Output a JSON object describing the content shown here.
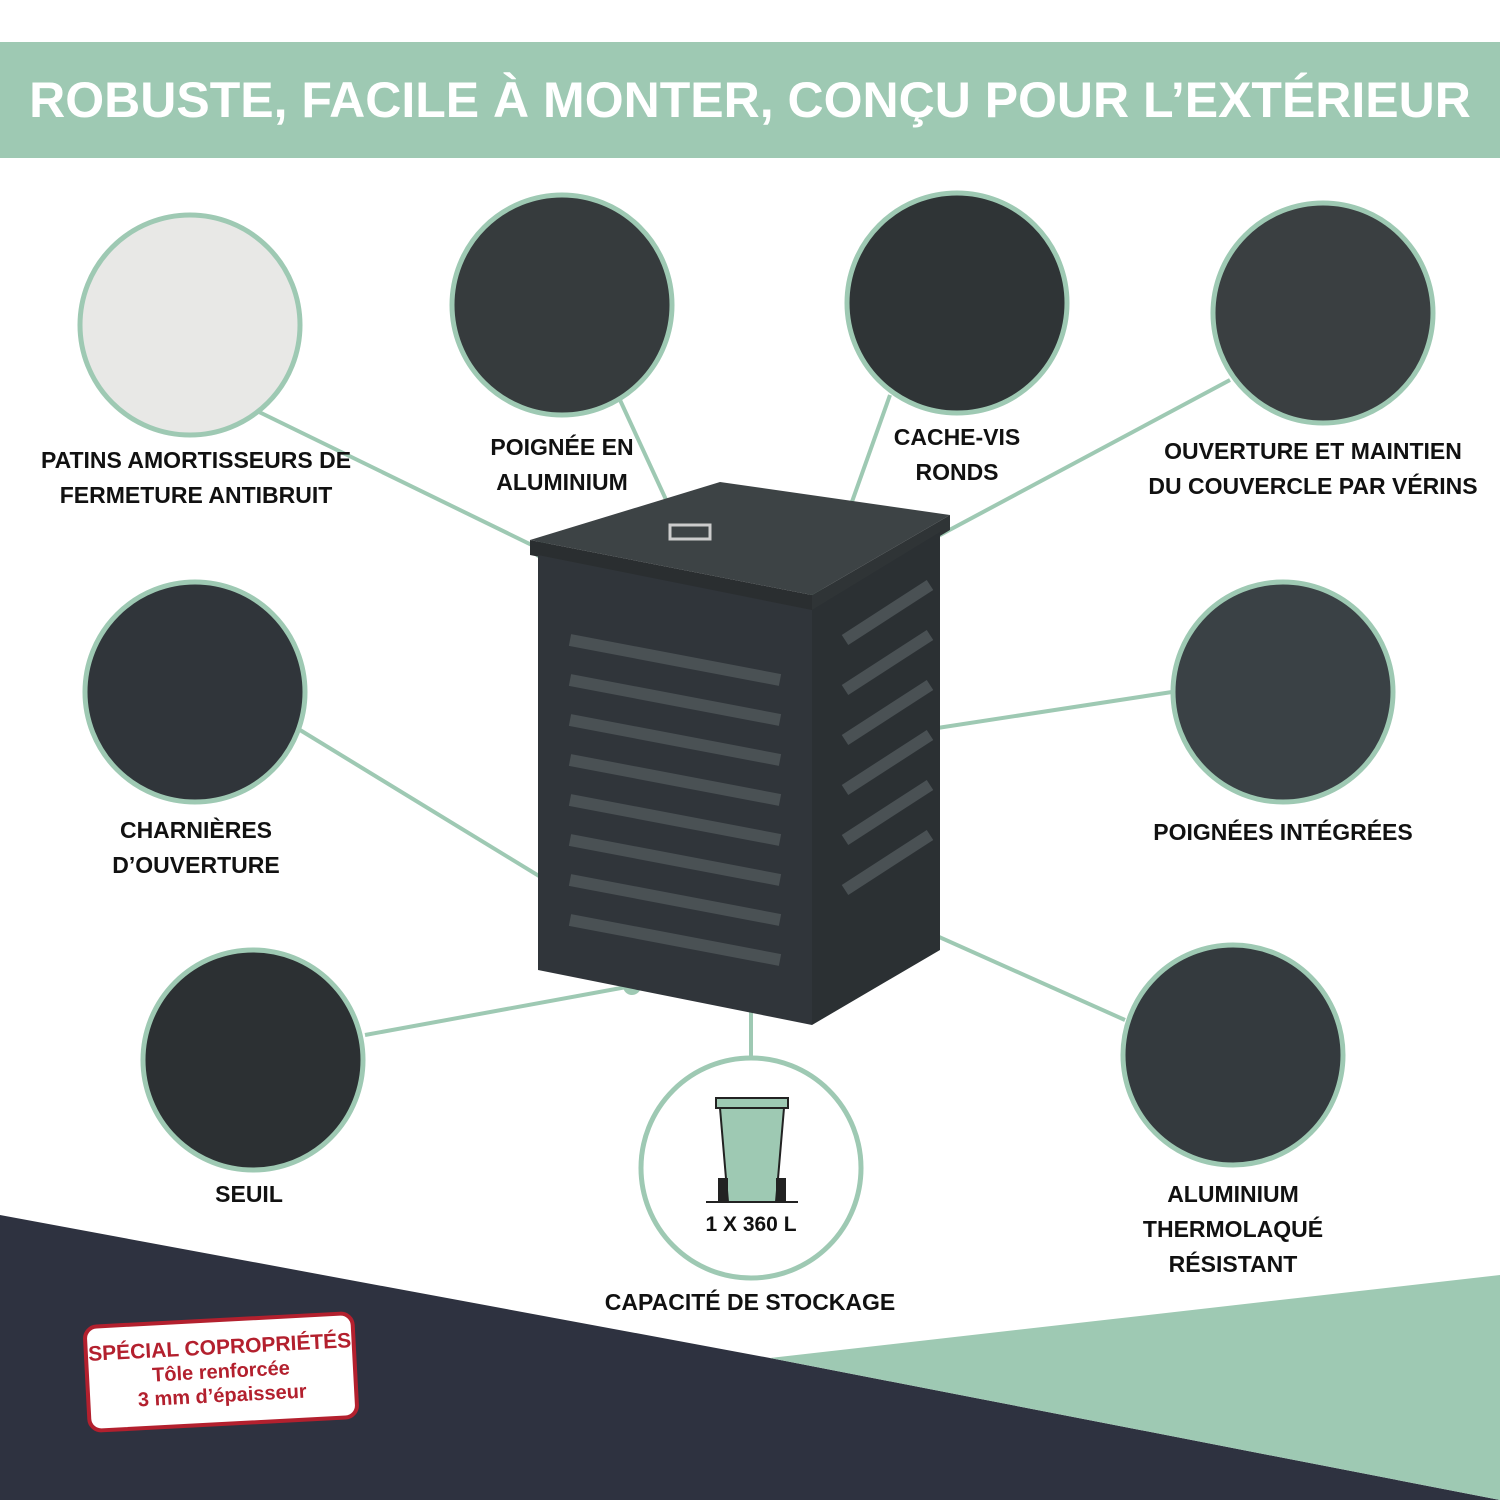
{
  "title": "ROBUSTE, FACILE À MONTER, CONÇU POUR L’EXTÉRIEUR",
  "features": [
    {
      "id": "patins",
      "lines": [
        "PATINS AMORTISSEURS DE",
        "FERMETURE ANTIBRUIT"
      ]
    },
    {
      "id": "poignee",
      "lines": [
        "POIGNÉE EN",
        "ALUMINIUM"
      ]
    },
    {
      "id": "cache-vis",
      "lines": [
        "CACHE-VIS",
        "RONDS"
      ]
    },
    {
      "id": "ouverture",
      "lines": [
        "OUVERTURE ET MAINTIEN",
        "DU COUVERCLE PAR VÉRINS"
      ]
    },
    {
      "id": "charnieres",
      "lines": [
        "CHARNIÈRES",
        "D’OUVERTURE"
      ]
    },
    {
      "id": "poignees-integrees",
      "lines": [
        "POIGNÉES INTÉGRÉES"
      ]
    },
    {
      "id": "seuil",
      "lines": [
        "SEUIL"
      ]
    },
    {
      "id": "capacite",
      "lines": [
        "CAPACITÉ DE STOCKAGE"
      ]
    },
    {
      "id": "aluminium",
      "lines": [
        "ALUMINIUM",
        "THERMOLAQUÉ",
        "RÉSISTANT"
      ]
    }
  ],
  "capacity": "1 X 360 L",
  "stamp": {
    "title": "SPÉCIAL COPROPRIÉTÉS",
    "line1": "Tôle renforcée",
    "line2": "3 mm d’épaisseur"
  },
  "colors": {
    "accent": "#9ec9b3",
    "dark": "#2e3240",
    "product": "#363b3d",
    "stamp": "#b3202e"
  }
}
